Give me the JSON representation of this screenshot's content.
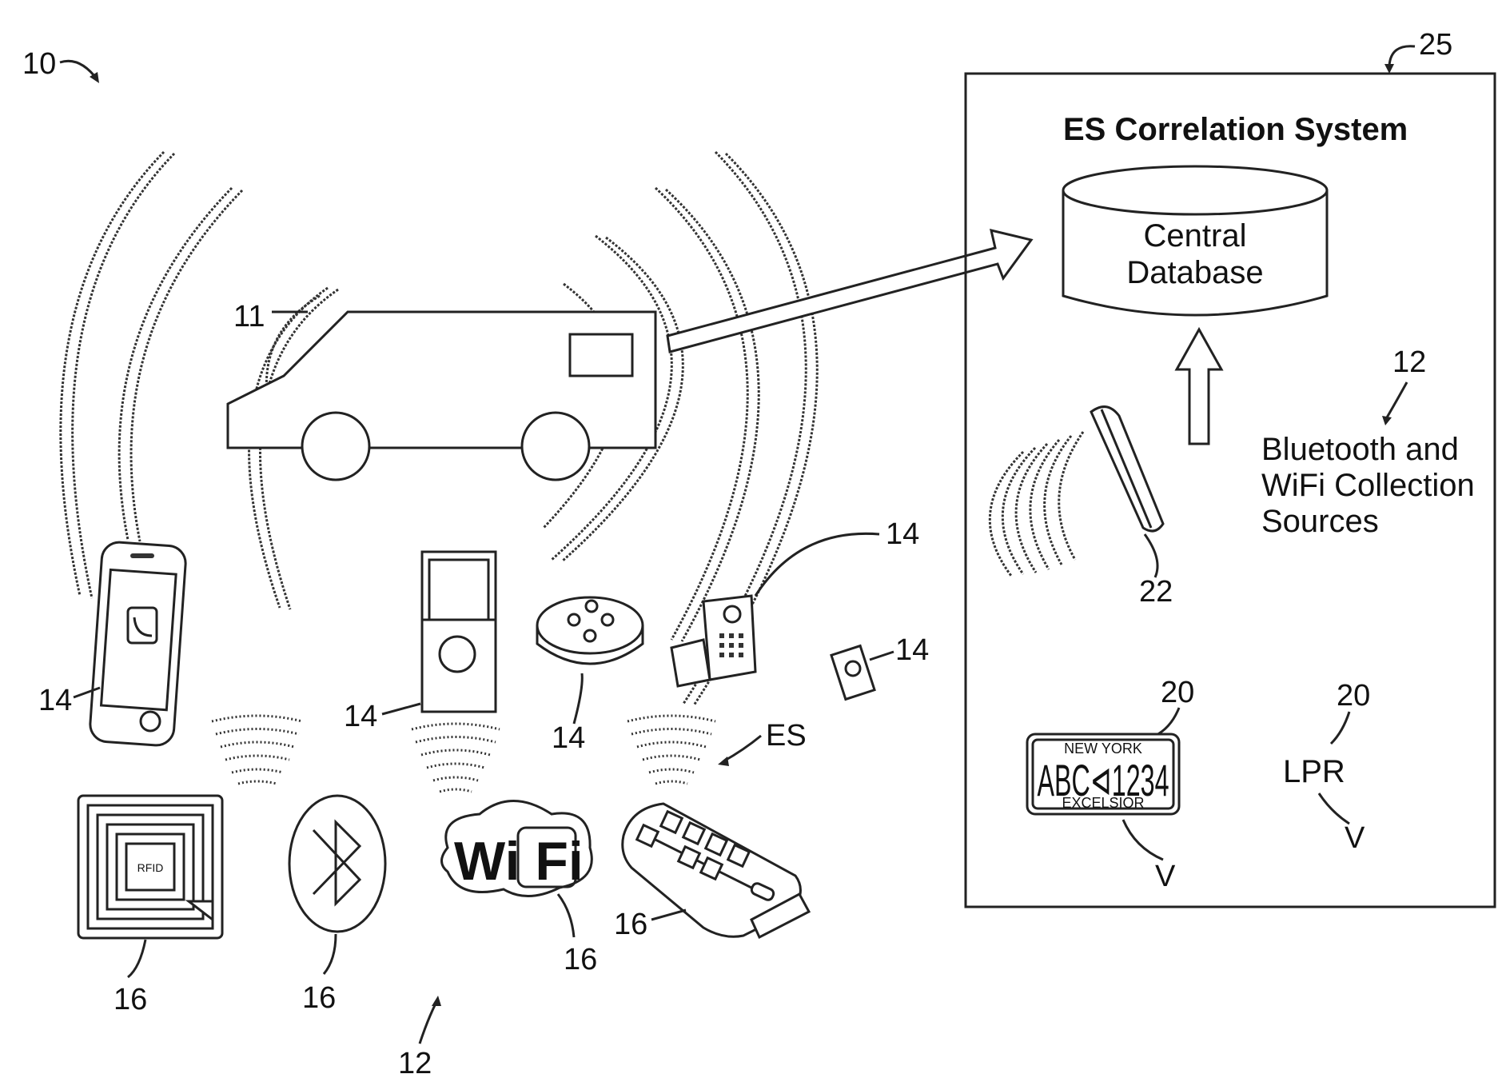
{
  "labels": {
    "ref_10": "10",
    "ref_25": "25",
    "ref_11": "11",
    "ref_12_right": "12",
    "ref_12_bottom": "12",
    "ref_14_phone": "14",
    "ref_14_doorbell": "14",
    "ref_14_speaker": "14",
    "ref_14_intercom": "14",
    "ref_14_small": "14",
    "ref_16_rfid": "16",
    "ref_16_bluetooth": "16",
    "ref_16_wifi": "16",
    "ref_16_keyfob": "16",
    "ref_20_plate": "20",
    "ref_20_lpr": "20",
    "ref_22": "22",
    "es": "ES",
    "v_plate": "V",
    "v_lpr": "V",
    "lpr": "LPR"
  },
  "system": {
    "title": "ES Correlation System",
    "database_line1": "Central",
    "database_line2": "Database",
    "sources_line1": "Bluetooth and",
    "sources_line2": "WiFi Collection",
    "sources_line3": "Sources"
  },
  "plate": {
    "state": "NEW YORK",
    "number": "ABC⊲1234",
    "motto": "EXCELSIOR"
  },
  "rfid_text": "RFID",
  "wifi_logo": "Wi Fi"
}
